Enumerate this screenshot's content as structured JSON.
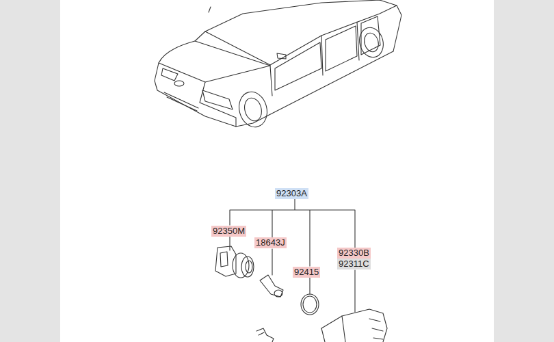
{
  "diagram": {
    "labels": [
      "92303A",
      "92350M",
      "18643J",
      "92415",
      "92330B",
      "92311C"
    ]
  }
}
